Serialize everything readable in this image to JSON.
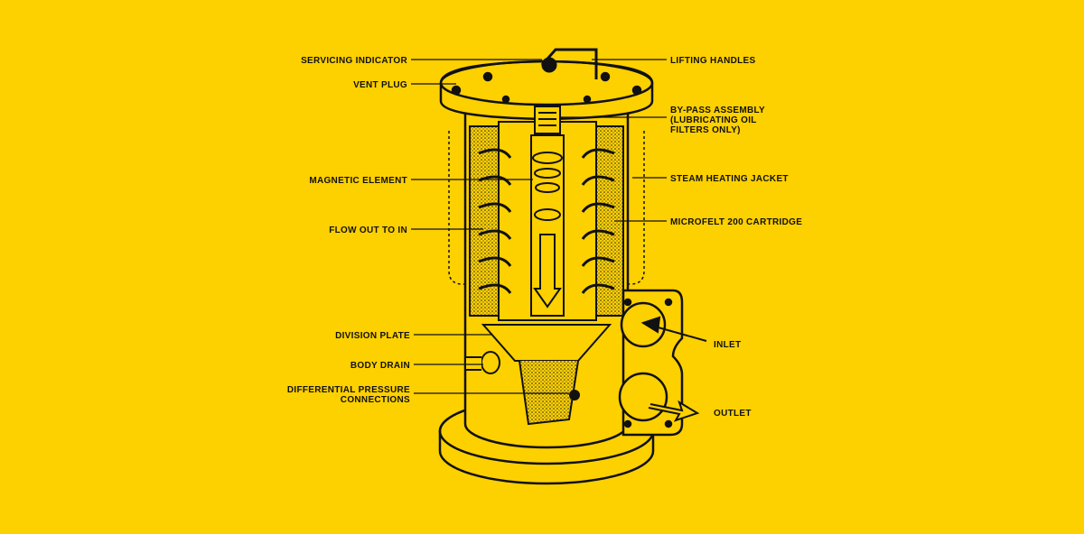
{
  "labels": {
    "servicing_indicator": "SERVICING INDICATOR",
    "vent_plug": "VENT PLUG",
    "magnetic_element": "MAGNETIC ELEMENT",
    "flow_out_to_in": "FLOW OUT TO IN",
    "division_plate": "DIVISION PLATE",
    "body_drain": "BODY DRAIN",
    "differential_pressure_1": "DIFFERENTIAL PRESSURE",
    "differential_pressure_2": "CONNECTIONS",
    "lifting_handles": "LIFTING HANDLES",
    "bypass_1": "BY-PASS ASSEMBLY",
    "bypass_2": "(LUBRICATING OIL",
    "bypass_3": "FILTERS ONLY)",
    "steam_heating_jacket": "STEAM HEATING JACKET",
    "microfelt_cartridge": "MICROFELT 200 CARTRIDGE",
    "inlet": "INLET",
    "outlet": "OUTLET"
  },
  "colors": {
    "background": "#FDD000",
    "ink": "#111111"
  }
}
